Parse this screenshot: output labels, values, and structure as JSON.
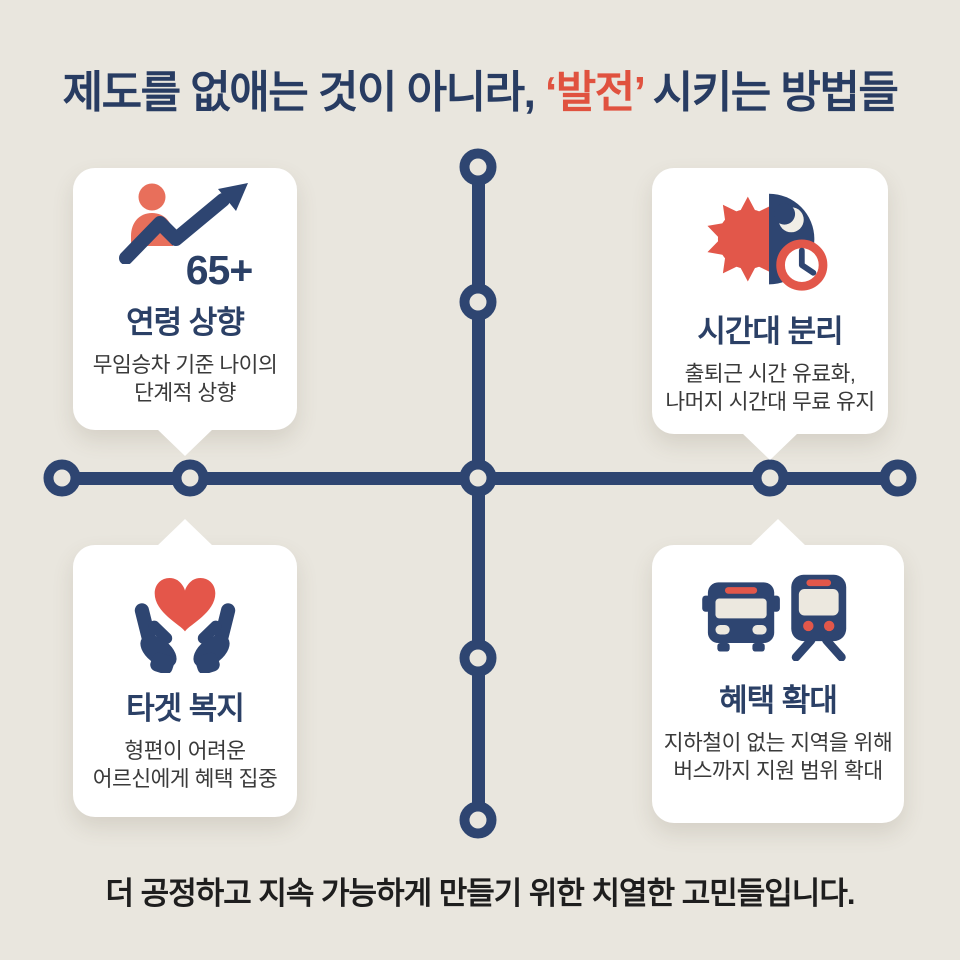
{
  "title": {
    "part1": "제도를 없애는 것이 아니라, ",
    "highlight": "‘발전’",
    "part2": " 시키는 방법들"
  },
  "cards": {
    "age": {
      "icon": "person-growth-arrow-icon",
      "badge": "65+",
      "title": "연령 상향",
      "body": "무임승차 기준 나이의\n단계적 상향"
    },
    "time": {
      "icon": "day-night-clock-icon",
      "title": "시간대 분리",
      "body": "출퇴근 시간 유료화,\n나머지 시간대 무료 유지"
    },
    "welfare": {
      "icon": "heart-in-hands-icon",
      "title": "타겟 복지",
      "body": "형편이 어려운\n어르신에게 혜택 집중"
    },
    "coverage": {
      "icon": "bus-train-icon",
      "title": "혜택 확대",
      "body": "지하철이 없는 지역을 위해\n버스까지 지원 범위 확대"
    }
  },
  "caption": "더 공정하고 지속 가능하게 만들기 위한 치열한 고민들입니다.",
  "colors": {
    "background": "#e9e6de",
    "navy": "#2e4571",
    "title_navy": "#283c62",
    "accent_red": "#e0523f",
    "coral": "#e86f5b",
    "card_white": "#ffffff",
    "body_text": "#3a3a3a"
  }
}
